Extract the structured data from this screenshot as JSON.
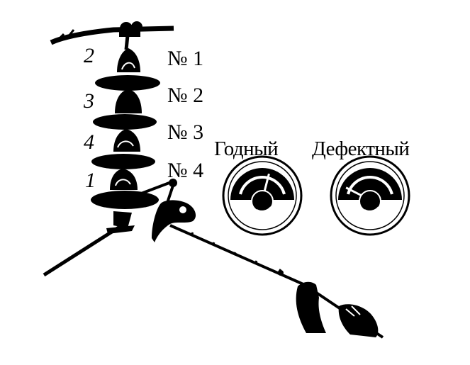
{
  "insulator_numbers": [
    "№ 1",
    "№ 2",
    "№ 3",
    "№ 4"
  ],
  "disc_marks": [
    "2",
    "3",
    "4",
    "1"
  ],
  "gauges": {
    "good_label": "Годный",
    "defective_label": "Дефектный",
    "good_reading": 0.58,
    "defective_reading": 0.15
  },
  "colors": {
    "ink": "#000000",
    "paper": "#ffffff"
  }
}
